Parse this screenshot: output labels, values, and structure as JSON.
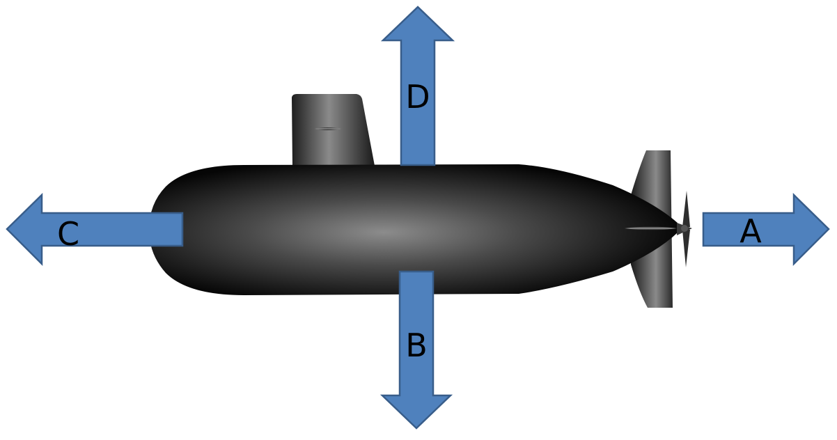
{
  "arrows": {
    "a": {
      "label": "A",
      "direction": "right"
    },
    "b": {
      "label": "B",
      "direction": "down"
    },
    "c": {
      "label": "C",
      "direction": "left"
    },
    "d": {
      "label": "D",
      "direction": "up"
    }
  },
  "colors": {
    "arrow_fill": "#4f81bd",
    "arrow_stroke": "#385d8a",
    "hull_dark": "#050505",
    "hull_light": "#8a8a8a"
  },
  "icons": {
    "vessel": "submarine-icon",
    "propeller": "propeller-icon"
  }
}
